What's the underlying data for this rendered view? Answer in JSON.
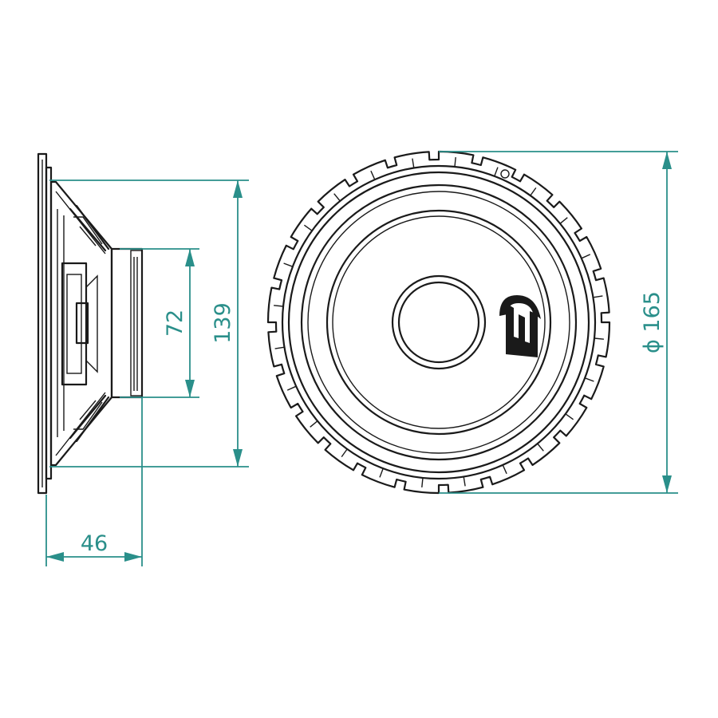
{
  "dimensions": {
    "magnet_diameter": "72",
    "frame_depth_height": "139",
    "mounting_depth": "46",
    "outer_diameter": "ϕ 165"
  },
  "colors": {
    "line": "#1a1a1a",
    "dimension": "#2a8f8a",
    "background": "#ffffff"
  },
  "logo_text": "ED"
}
